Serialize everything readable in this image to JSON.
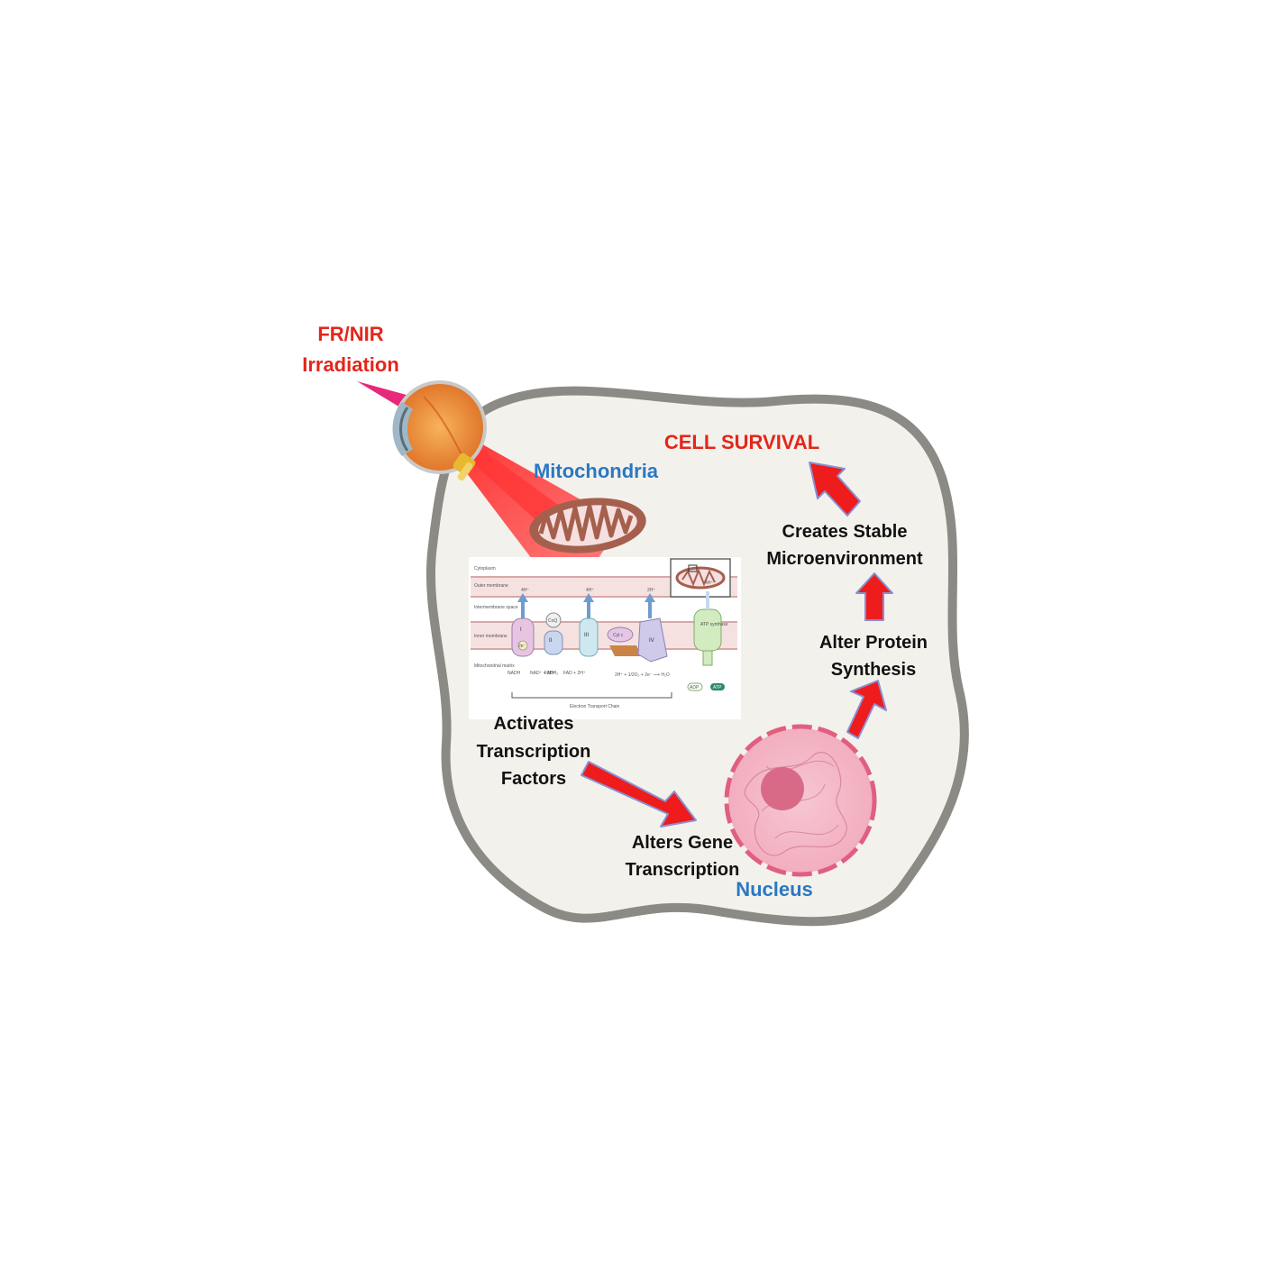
{
  "labels": {
    "irradiation": [
      "FR/NIR",
      "Irradiation"
    ],
    "mitochondria": "Mitochondria",
    "cell_survival": "CELL SURVIVAL",
    "creates_stable": [
      "Creates Stable",
      "Microenvironment"
    ],
    "alter_protein": [
      "Alter Protein",
      "Synthesis"
    ],
    "activates": [
      "Activates",
      "Transcription",
      "Factors"
    ],
    "alters_gene": [
      "Alters Gene",
      "Transcription"
    ],
    "nucleus": "Nucleus"
  },
  "etc": {
    "cytoplasm": "Cytoplasm",
    "outer_membrane": "Outer membrane",
    "intermembrane_space": "Intermembrane space",
    "inner_membrane": "Inner membrane",
    "matrix": "Mitochondrial matrix",
    "complex_i": "I",
    "complex_ii": "II",
    "complex_iii": "III",
    "complex_iv": "IV",
    "coq": "CoQ",
    "cyt_c": "Cyt c",
    "atp_synthase": "ATP synthase",
    "proton_4h_a": "4H⁺",
    "proton_4h_b": "4H⁺",
    "proton_2h": "2H⁺",
    "proton_4h_c": "4H⁺",
    "nadh": "NADH",
    "nad": "NAD⁺ + 2H⁺",
    "fadh2": "FADH₂",
    "fad": "FAD + 2H⁺",
    "electron": "2e⁻",
    "reaction": "2H⁺ + 1/2O₂ + 2e⁻ ⟶ H₂O",
    "adp": "ADP",
    "atp": "ATP",
    "caption": "Electron Transport Chain"
  },
  "colors": {
    "cell_fill": "#f3f1ec",
    "cell_border": "#8c8a84",
    "arrow_red": "#ee1c1c",
    "arrow_outline": "#8a8fd0",
    "label_red": "#e3261b",
    "label_blue": "#2a78c2",
    "nucleus_pink": "#f4b6c6",
    "nucleolus": "#d86a88",
    "mito_brown": "#a5604d"
  }
}
